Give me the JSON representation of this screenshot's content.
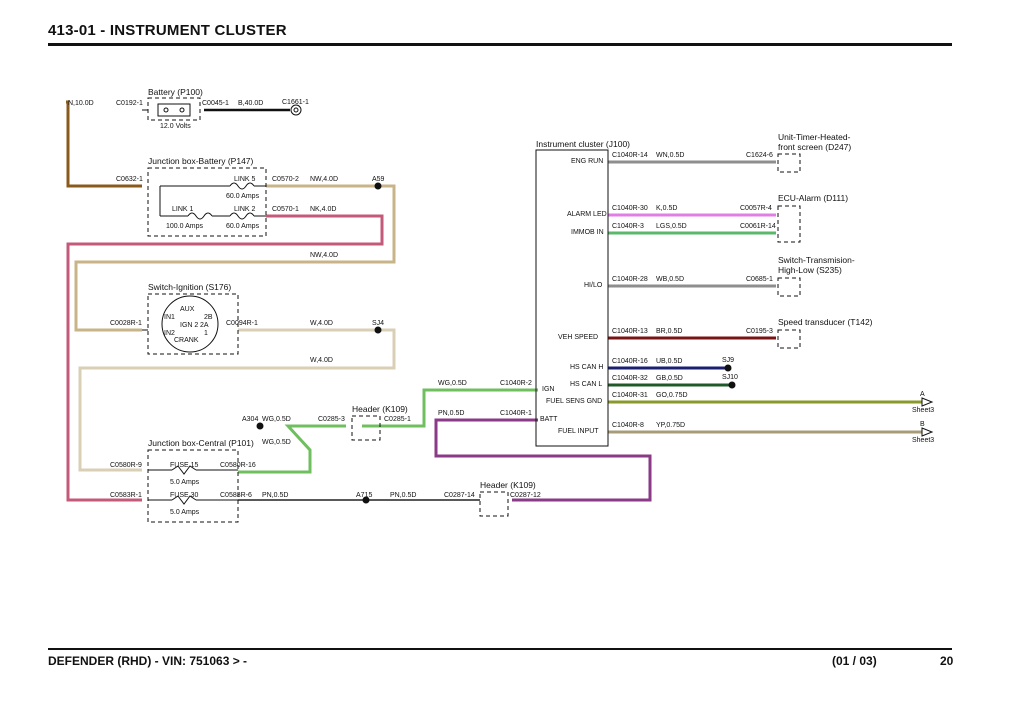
{
  "page": {
    "title": "413-01 - INSTRUMENT CLUSTER",
    "footer_left": "DEFENDER  (RHD) - VIN: 751063 > -",
    "footer_page": "(01 / 03)",
    "footer_number": "20"
  },
  "components": {
    "battery": {
      "label": "Battery (P100)",
      "voltage": "12.0 Volts"
    },
    "jb_battery": {
      "label": "Junction box-Battery (P147)",
      "link5": "LINK 5",
      "link5_amps": "60.0 Amps",
      "link1": "LINK 1",
      "link1_amps": "100.0 Amps",
      "link2": "LINK 2",
      "link2_amps": "60.0 Amps"
    },
    "ignition": {
      "label": "Switch-Ignition (S176)",
      "aux": "AUX",
      "in1": "IN1",
      "b2": "2B",
      "ign2": "IGN 2",
      "a2": "2A",
      "in2": "IN2",
      "o1": "1",
      "crank": "CRANK"
    },
    "jb_central": {
      "label": "Junction box-Central (P101)",
      "fuse15": "FUSE 15",
      "fuse15_amps": "5.0 Amps",
      "fuse30": "FUSE 30",
      "fuse30_amps": "5.0 Amps"
    },
    "header1": {
      "label": "Header (K109)"
    },
    "header2": {
      "label": "Header (K109)"
    },
    "cluster": {
      "label": "Instrument cluster (J100)",
      "pins": [
        "ENG RUN",
        "ALARM LED",
        "IMMOB IN",
        "HI/LO",
        "VEH SPEED",
        "HS CAN H",
        "HS CAN L",
        "FUEL SENS GND",
        "FUEL INPUT",
        "IGN",
        "BATT"
      ]
    },
    "right": {
      "timer_l1": "Unit-Timer-Heated-",
      "timer_l2": "front screen (D247)",
      "alarm": "ECU-Alarm (D111)",
      "switch_l1": "Switch-Transmision-",
      "switch_l2": "High-Low (S235)",
      "speed": "Speed transducer (T142)",
      "sheet_a": "A",
      "sheet_a2": "Sheet3",
      "sheet_b": "B",
      "sheet_b2": "Sheet3"
    }
  },
  "wires": {
    "n10": "N,10.0D",
    "c0192": "C0192-1",
    "c0045": "C0045-1",
    "b40": "B,40.0D",
    "c1661": "C1661-1",
    "c0632": "C0632-1",
    "c0570_2": "C0570-2",
    "nw40a": "NW,4.0D",
    "a59": "A59",
    "c0570_1": "C0570-1",
    "nk40": "NK,4.0D",
    "nw40b": "NW,4.0D",
    "c0028r": "C0028R-1",
    "c0094r": "C0094R-1",
    "w40a": "W,4.0D",
    "sj4": "SJ4",
    "w40b": "W,4.0D",
    "wg05a": "WG,0.5D",
    "c1040r2": "C1040R-2",
    "pn05a": "PN,0.5D",
    "c1040r1": "C1040R-1",
    "a304": "A304",
    "wg05b": "WG,0.5D",
    "c0285_3": "C0285-3",
    "c0285_1": "C0285-1",
    "wg05c": "WG,0.5D",
    "c0580r9": "C0580R-9",
    "c0580r16": "C0580R-16",
    "c0583r1": "C0583R-1",
    "c0583r6": "C0583R-6",
    "pn05b": "PN,0.5D",
    "a715": "A715",
    "pn05c": "PN,0.5D",
    "c0287_14": "C0287-14",
    "c0287_12": "C0287-12",
    "r14": "C1040R-14",
    "wn05": "WN,0.5D",
    "c1624": "C1624-6",
    "r30": "C1040R-30",
    "k05": "K,0.5D",
    "c0057r": "C0057R-4",
    "r3": "C1040R-3",
    "lgs05": "LGS,0.5D",
    "c0061r": "C0061R-14",
    "r28": "C1040R-28",
    "wb05": "WB,0.5D",
    "c0685": "C0685-1",
    "r13": "C1040R-13",
    "br05": "BR,0.5D",
    "c0195": "C0195-3",
    "r16": "C1040R-16",
    "ub05": "UB,0.5D",
    "sj9": "SJ9",
    "r32": "C1040R-32",
    "gb05": "GB,0.5D",
    "sj10": "SJ10",
    "r31": "C1040R-31",
    "go075": "GO,0.75D",
    "r8": "C1040R-8",
    "yp075": "YP,0.75D"
  },
  "colors": {
    "brown": "#8a5a1c",
    "tan": "#c9b48a",
    "pink": "#c45a7a",
    "beige": "#d8cfb4",
    "green": "#6fbf5f",
    "purple": "#8a3a86",
    "magenta": "#e27de6",
    "lgreen": "#59b86a",
    "grey": "#8e8e8e",
    "darkred": "#7a1414",
    "navy": "#1a1f70",
    "dgreen": "#1f5a28",
    "olive": "#8a9a2a",
    "khaki": "#a89c78"
  }
}
